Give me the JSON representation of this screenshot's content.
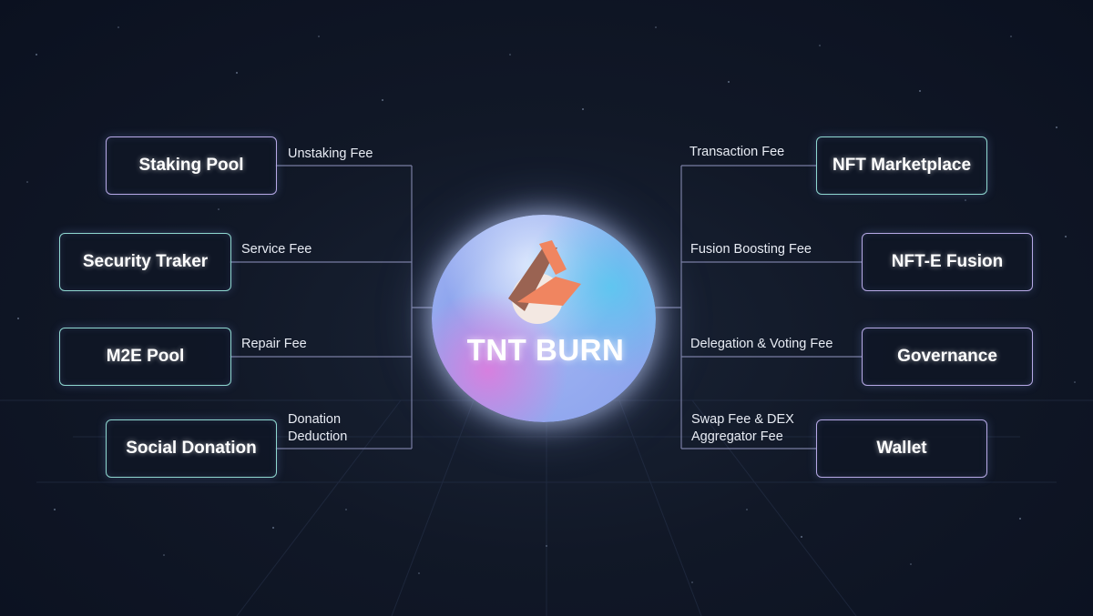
{
  "center": {
    "title": "TNT BURN",
    "logo_icon": "tnt-logo-icon"
  },
  "colors": {
    "background": "#111827",
    "node_border": "#b7a9e6",
    "node_border_teal": "#8fd8d0",
    "connector": "#8b8fb8",
    "logo_orange": "#f08560",
    "logo_brown": "#9a6352"
  },
  "left": [
    {
      "name": "Staking Pool",
      "fee": "Unstaking Fee"
    },
    {
      "name": "Security Traker",
      "fee": "Service Fee"
    },
    {
      "name": "M2E Pool",
      "fee": "Repair Fee"
    },
    {
      "name": "Social Donation",
      "fee_line1": "Donation",
      "fee_line2": "Deduction"
    }
  ],
  "right": [
    {
      "name": "NFT Marketplace",
      "fee": "Transaction Fee"
    },
    {
      "name": "NFT-E Fusion",
      "fee": "Fusion Boosting Fee"
    },
    {
      "name": "Governance",
      "fee": "Delegation & Voting Fee"
    },
    {
      "name": "Wallet",
      "fee_line1": "Swap Fee & DEX",
      "fee_line2": "Aggregator Fee"
    }
  ]
}
